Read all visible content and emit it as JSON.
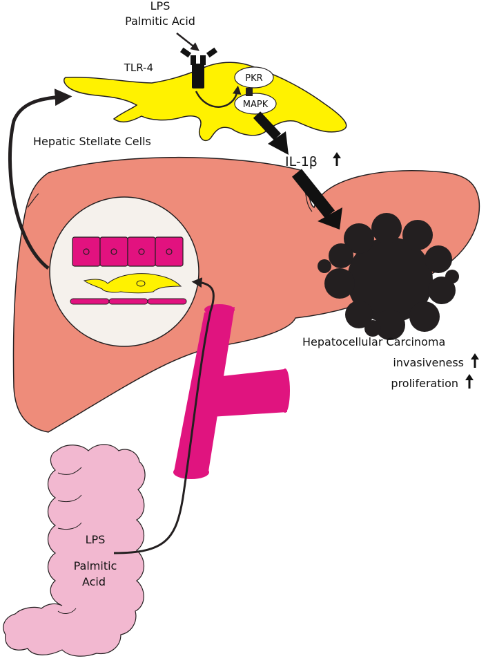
{
  "labels": {
    "top_lps": "LPS",
    "top_palmitic": "Palmitic Acid",
    "tlr4": "TLR-4",
    "pkr": "PKR",
    "mapk": "MAPK",
    "stellate": "Hepatic Stellate Cells",
    "il1b": "IL-1β",
    "hcc": "Hepatocellular  Carcinoma",
    "invasiveness": "invasiveness",
    "proliferation": "proliferation",
    "gut_lps": "LPS",
    "gut_palmitic": "Palmitic",
    "gut_acid": "Acid"
  },
  "colors": {
    "liver": "#EE8C7A",
    "stellate": "#FFF200",
    "hepatocyte": "#E2127F",
    "vessel": "#E0147F",
    "intestine": "#F2B8D0",
    "tumor": "#231F20",
    "circle": "#F5F1EC"
  },
  "icons": {
    "receptor": "tlr4-receptor-icon",
    "up_arrow": "up-arrow-icon"
  }
}
